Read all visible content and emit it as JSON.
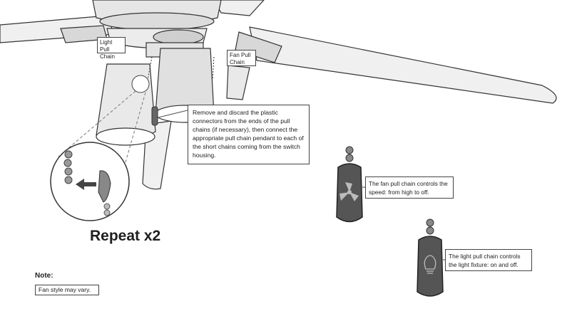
{
  "labels": {
    "light_pull_chain": "Light Pull\nChain",
    "fan_pull_chain": "Fan Pull\nChain"
  },
  "instruction": "Remove and discard the plastic connectors from the ends of the pull chains (if necessary), then connect the appropriate pull chain pendant to each of the short chains coming from the switch housing.",
  "repeat_text": "Repeat x2",
  "fan_pendant_note": "The fan pull chain controls the speed: from high to off.",
  "light_pendant_note": "The light pull chain controls the light fixture: on and off.",
  "note": {
    "heading": "Note:",
    "text": "Fan style may vary."
  },
  "icons": [
    "fan-icon",
    "light-bulb-icon",
    "arrow-left-icon"
  ]
}
